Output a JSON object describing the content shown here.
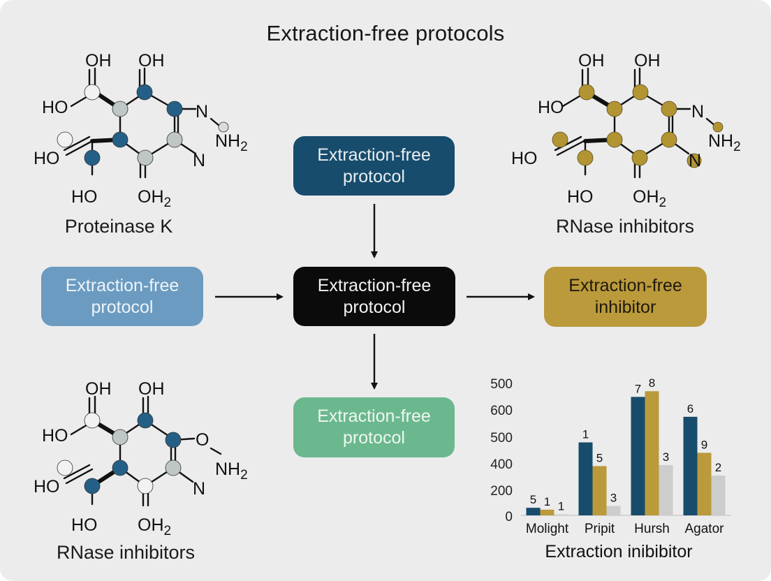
{
  "title": "Extraction-free protocols",
  "colors": {
    "background": "#ececed",
    "blue_dark": "#174c6c",
    "blue_light": "#6b9bc0",
    "black": "#0b0b0b",
    "gold": "#bb9a3c",
    "green": "#6cb88e",
    "atom_blue": "#245f86",
    "atom_gray": "#bfc6c6",
    "atom_white": "#f2f2f2",
    "atom_gold": "#b29433"
  },
  "molecules": [
    {
      "id": "top-left",
      "label": "Proteinase K",
      "texts": [
        "OH",
        "OH",
        "HO",
        "N",
        "NH2",
        "HO",
        "N",
        "HO",
        "OH2"
      ],
      "atom_style": "blue-gray"
    },
    {
      "id": "top-right",
      "label": "RNase inhibitors",
      "texts": [
        "OH",
        "OH",
        "HO",
        "N",
        "NH2",
        "HO",
        "N",
        "HO",
        "OH2"
      ],
      "atom_style": "gold"
    },
    {
      "id": "bottom-left",
      "label": "RNase inhibitors",
      "texts": [
        "OH",
        "OH",
        "HO",
        "O",
        "NH2",
        "HO",
        "N",
        "HO",
        "OH2"
      ],
      "atom_style": "blue-gray"
    }
  ],
  "flow": {
    "top_box": [
      "Extraction-free",
      "protocol"
    ],
    "left_box": [
      "Extraction-free",
      "protocol"
    ],
    "center_box": [
      "Extraction-free",
      "protocol"
    ],
    "right_box": [
      "Extraction-free",
      "inhibitor"
    ],
    "bottom_box": [
      "Extraction-free",
      "protocol"
    ]
  },
  "chart_data": {
    "type": "bar",
    "title": "",
    "xlabel": "Extraction inibibitor",
    "ylabel": "",
    "yticks": [
      "500",
      "600",
      "500",
      "400",
      "200",
      "0"
    ],
    "ylim": [
      0,
      700
    ],
    "categories": [
      "Molight",
      "Pripit",
      "Hursh",
      "Agator"
    ],
    "series": [
      {
        "color": "#174c6c",
        "values": [
          40,
          385,
          625,
          520
        ],
        "labels": [
          "5",
          "1",
          "7",
          "6"
        ]
      },
      {
        "color": "#bb9a3c",
        "values": [
          30,
          260,
          655,
          330
        ],
        "labels": [
          "1",
          "5",
          "8",
          "9"
        ]
      },
      {
        "color": "#cdcdcd",
        "values": [
          5,
          50,
          265,
          210
        ],
        "labels": [
          "1",
          "3",
          "3",
          "2"
        ]
      }
    ]
  }
}
